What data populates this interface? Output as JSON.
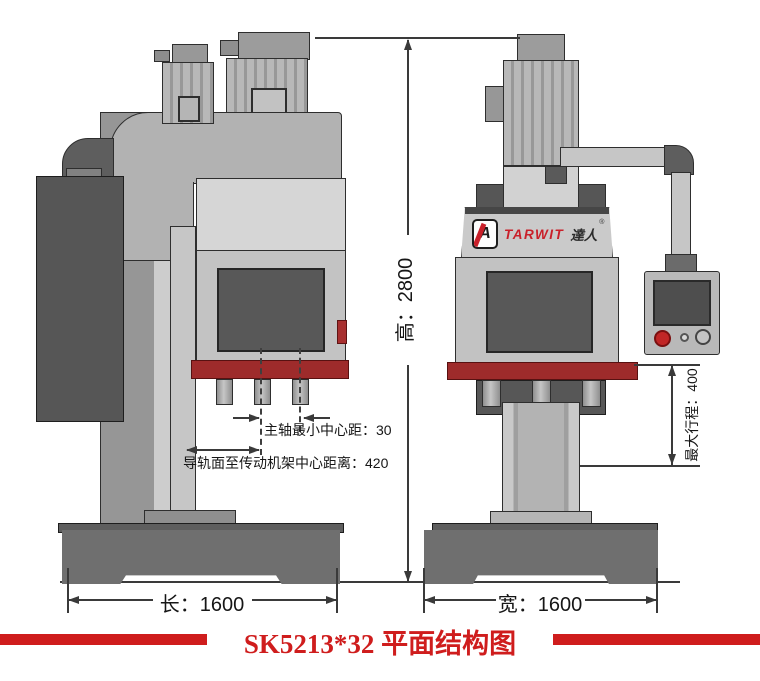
{
  "title": {
    "text": "SK5213*32 平面结构图",
    "model": "SK5213*32"
  },
  "brand": {
    "name": "TARWIT",
    "suffix": "達人",
    "registered": "®",
    "mark": "A"
  },
  "dimensions": {
    "height": "高：2800",
    "length": "长：1600",
    "width": "宽：1600",
    "max_stroke": "最大行程：400",
    "spindle_min_center": "主轴最小中心距：30",
    "rail_to_frame": "导轨面至传动机架中心距离：420"
  },
  "values": {
    "height_mm": 2800,
    "length_mm": 1600,
    "width_mm": 1600,
    "max_stroke_mm": 400,
    "spindle_min_center_distance_mm": 30,
    "rail_to_frame_center_distance_mm": 420
  },
  "colors": {
    "accent_red": "#cf1d1d",
    "plate_red": "#9e2b2b",
    "brand_red": "#c9202a",
    "button_red": "#c12626",
    "machine_gray": "#a9a9a9",
    "dark_gray": "#565656"
  }
}
